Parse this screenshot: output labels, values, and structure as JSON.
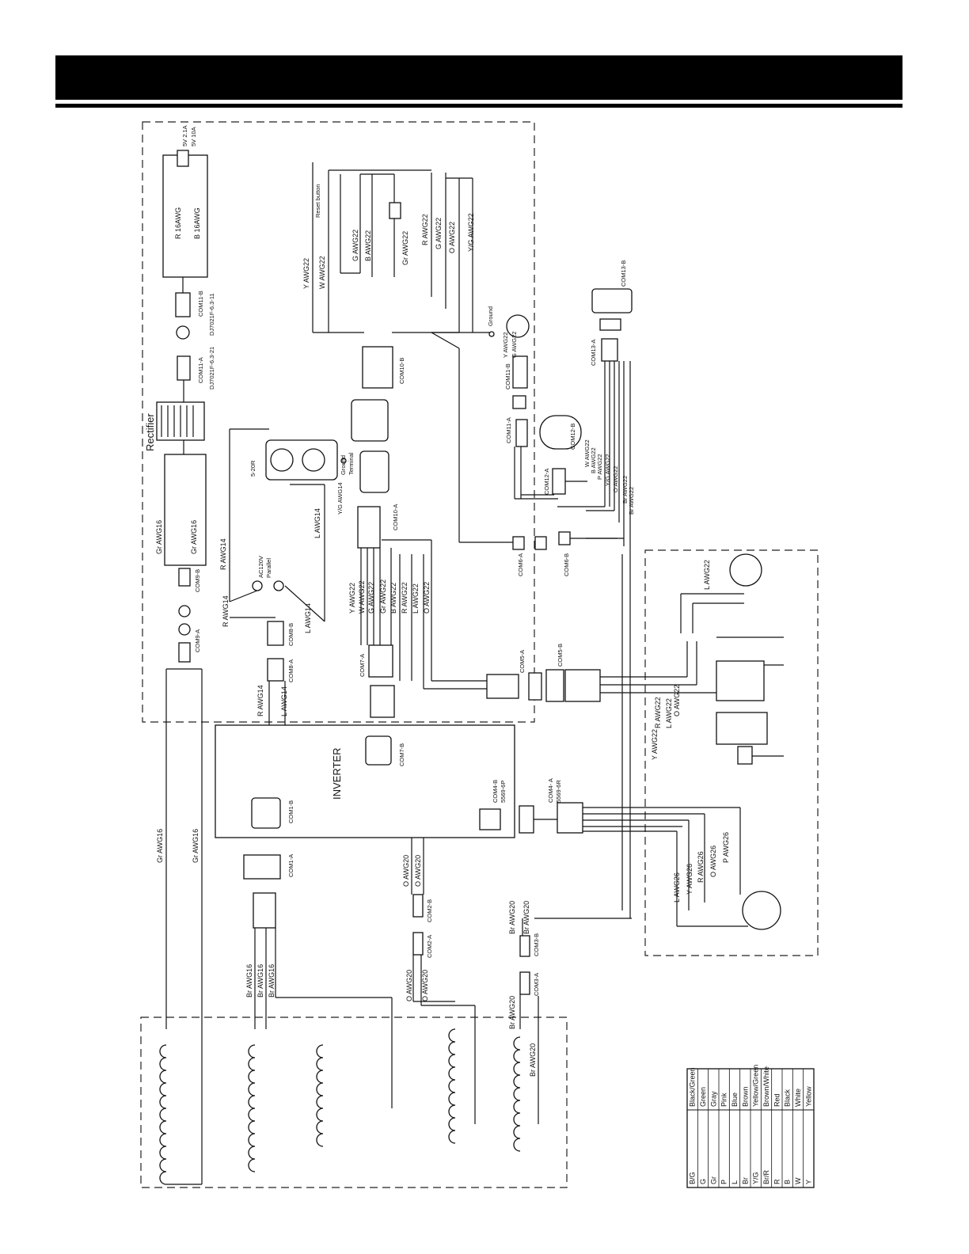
{
  "header": {
    "title": ""
  },
  "components": {
    "usb_ratings": [
      "5V 2.1A",
      "5V 10A"
    ],
    "usb_wires": [
      "R 16AWG",
      "B 16AWG"
    ],
    "rectifier": "Rectifier",
    "inverter": "INVERTER",
    "reset_button": "Reset button",
    "outlet_type": "5-20R",
    "ground_terminal": [
      "Ground",
      "Terminal"
    ],
    "ground": "Ground",
    "parallel": [
      "AC120V",
      "Parallel"
    ]
  },
  "connectors": {
    "com11b": "COM11-B",
    "com11b_part": "DJ7021F-6.3-11",
    "com11a": "COM11-A",
    "com11a_part": "DJ7021F-6.3-21",
    "com9b": "COM9-B",
    "com9a": "COM9-A",
    "com8b": "COM8-B",
    "com8a": "COM8-A",
    "com10b": "COM10-B",
    "com10a": "COM10-A",
    "com7a": "COM7-A",
    "com7b": "COM7-B",
    "com5a": "COM5-A",
    "com5b": "COM5-B",
    "com6a": "COM6-A",
    "com6b": "COM6-B",
    "com12a": "COM12-A",
    "com12b": "COM12-B",
    "com13a": "COM13-A",
    "com13b": "COM13-B",
    "com1b": "COM1-B",
    "com1a": "COM1-A",
    "com2b": "COM2-B",
    "com2a": "COM2-A",
    "com3b": "COM3-B",
    "com3a": "COM3-A",
    "com4b": "COM4-B",
    "com4b_part": "5569-6P",
    "com4a": "COM4- A",
    "com4a_part": "5569-6R"
  },
  "wires": {
    "y_awg22": "Y AWG22",
    "w_awg22": "W AWG22",
    "g_awg22": "G AWG22",
    "b_awg22": "B AWG22",
    "gr_awg22": "Gr AWG22",
    "r_awg22": "R AWG22",
    "o_awg22": "O AWG22",
    "yg_awg22": "Y/G AWG22",
    "l_awg22": "L AWG22",
    "p_awg22": "P AWG22",
    "br_awg22": "Br AWG22",
    "gr_awg16": "Gr AWG16",
    "br_awg16": "Br AWG16",
    "r_awg14": "R AWG14",
    "l_awg14": "L AWG14",
    "yg_awg14": "Y/G AWG14",
    "o_awg20": "O AWG20",
    "br_awg20": "Br AWG20",
    "l_awg26": "L AWG26",
    "y_awg26": "Y AWG26",
    "r_awg26": "R AWG26",
    "o_awg26": "O AWG26",
    "p_awg26": "P AWG26"
  },
  "legend": [
    {
      "code": "B/G",
      "color": "Black/Green"
    },
    {
      "code": "G",
      "color": "Green"
    },
    {
      "code": "Gr",
      "color": "Gray"
    },
    {
      "code": "P",
      "color": "Pink"
    },
    {
      "code": "L",
      "color": "Blue"
    },
    {
      "code": "Br",
      "color": "Brown"
    },
    {
      "code": "Y/G",
      "color": "Yellow/Green"
    },
    {
      "code": "Br/R",
      "color": "Brown/White"
    },
    {
      "code": "R",
      "color": "Red"
    },
    {
      "code": "B",
      "color": "Black"
    },
    {
      "code": "W",
      "color": "White"
    },
    {
      "code": "Y",
      "color": "Yellow"
    }
  ]
}
